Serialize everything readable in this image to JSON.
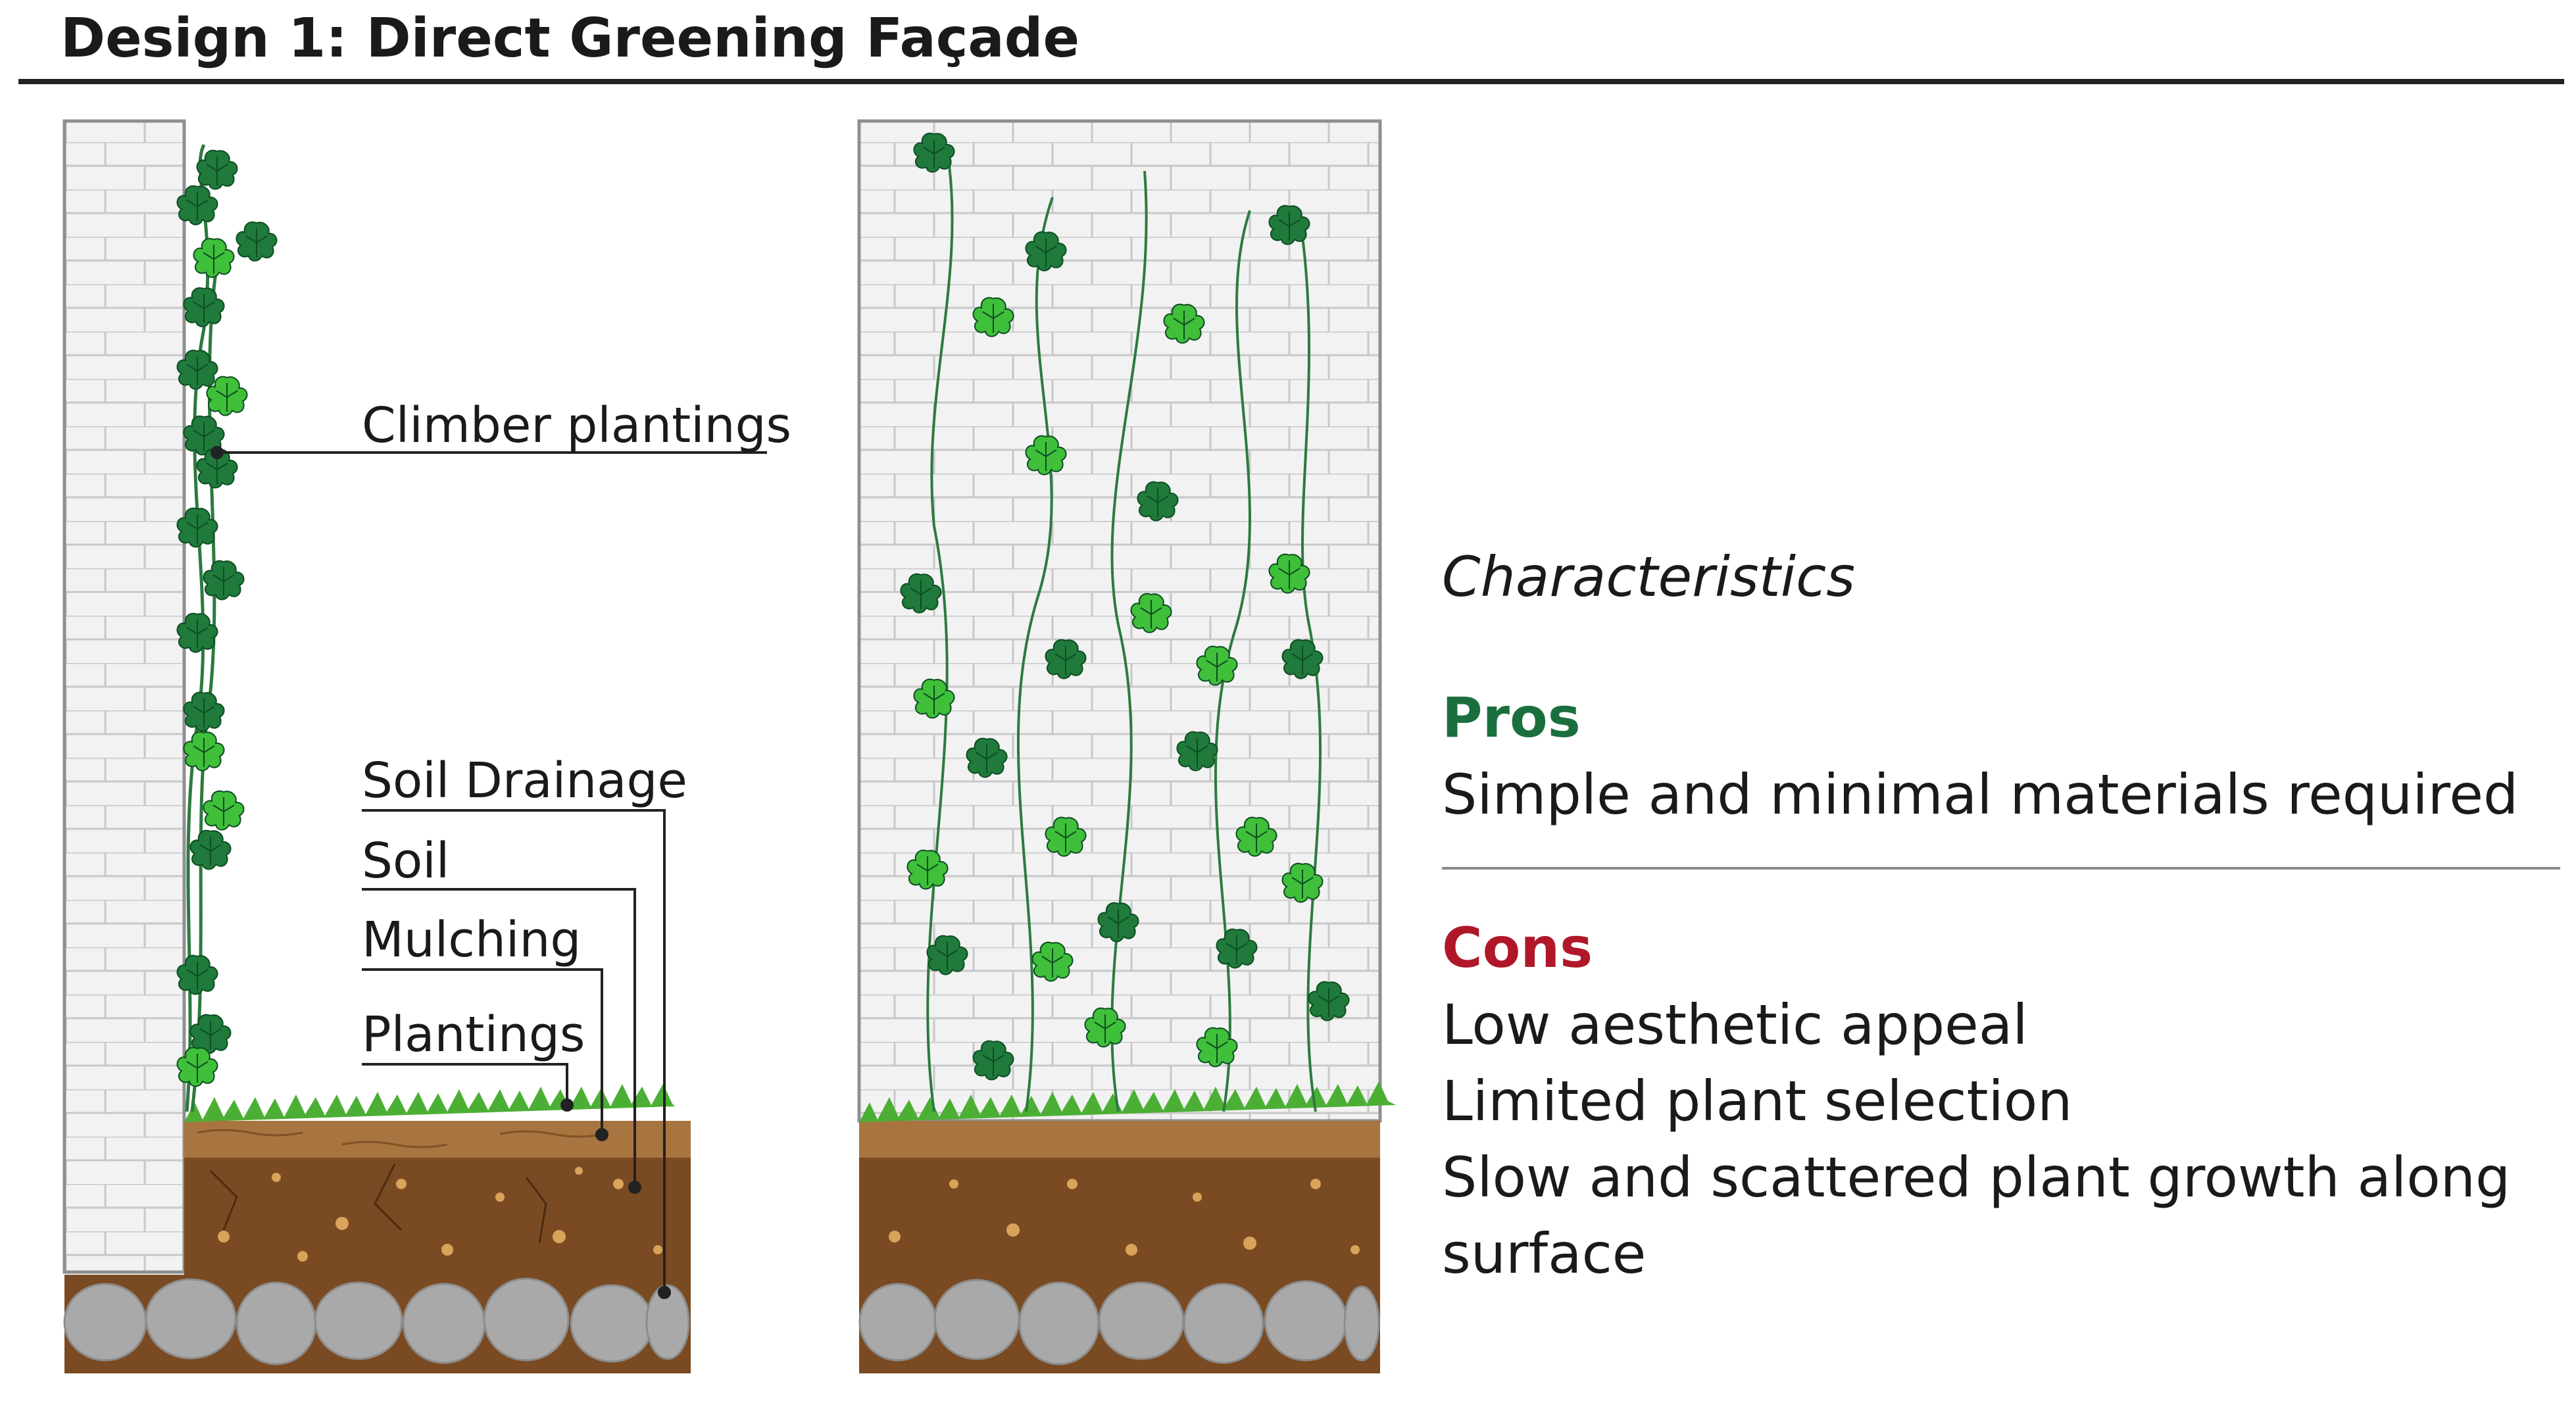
{
  "title": "Design 1: Direct Greening Façade",
  "labels": {
    "climber": "Climber plantings",
    "soil_drainage": "Soil Drainage",
    "soil": "Soil",
    "mulching": "Mulching",
    "plantings": "Plantings"
  },
  "characteristics": {
    "heading": "Characteristics",
    "pros": {
      "title": "Pros",
      "items": [
        "Simple and minimal materials required"
      ]
    },
    "cons": {
      "title": "Cons",
      "items": [
        "Low aesthetic appeal",
        "Limited plant selection",
        "Slow and scattered plant growth along",
        "surface"
      ]
    }
  },
  "colors": {
    "pros": "#1b6f3e",
    "cons": "#b0182a",
    "leaf_dark": "#1f7a3c",
    "leaf_light": "#3fbf3a",
    "soil": "#7a4a22",
    "mulch": "#a8743f",
    "grass": "#4caf35",
    "stone": "#a9a9a9"
  }
}
